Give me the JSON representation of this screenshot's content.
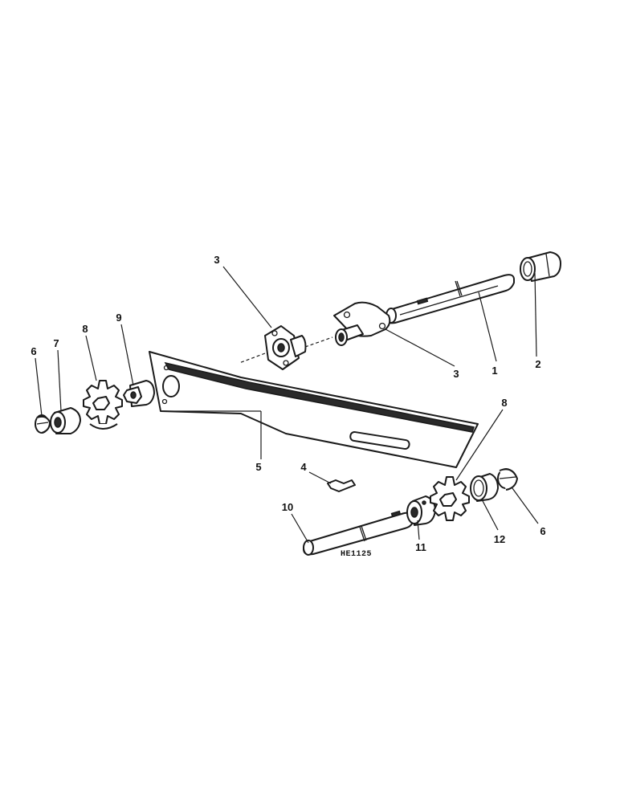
{
  "drawing_code": "HE1125",
  "callouts": {
    "c1": "1",
    "c2": "2",
    "c3a": "3",
    "c3b": "3",
    "c4": "4",
    "c5": "5",
    "c6a": "6",
    "c6b": "6",
    "c7": "7",
    "c8a": "8",
    "c8b": "8",
    "c9": "9",
    "c10": "10",
    "c11": "11",
    "c12": "12"
  }
}
